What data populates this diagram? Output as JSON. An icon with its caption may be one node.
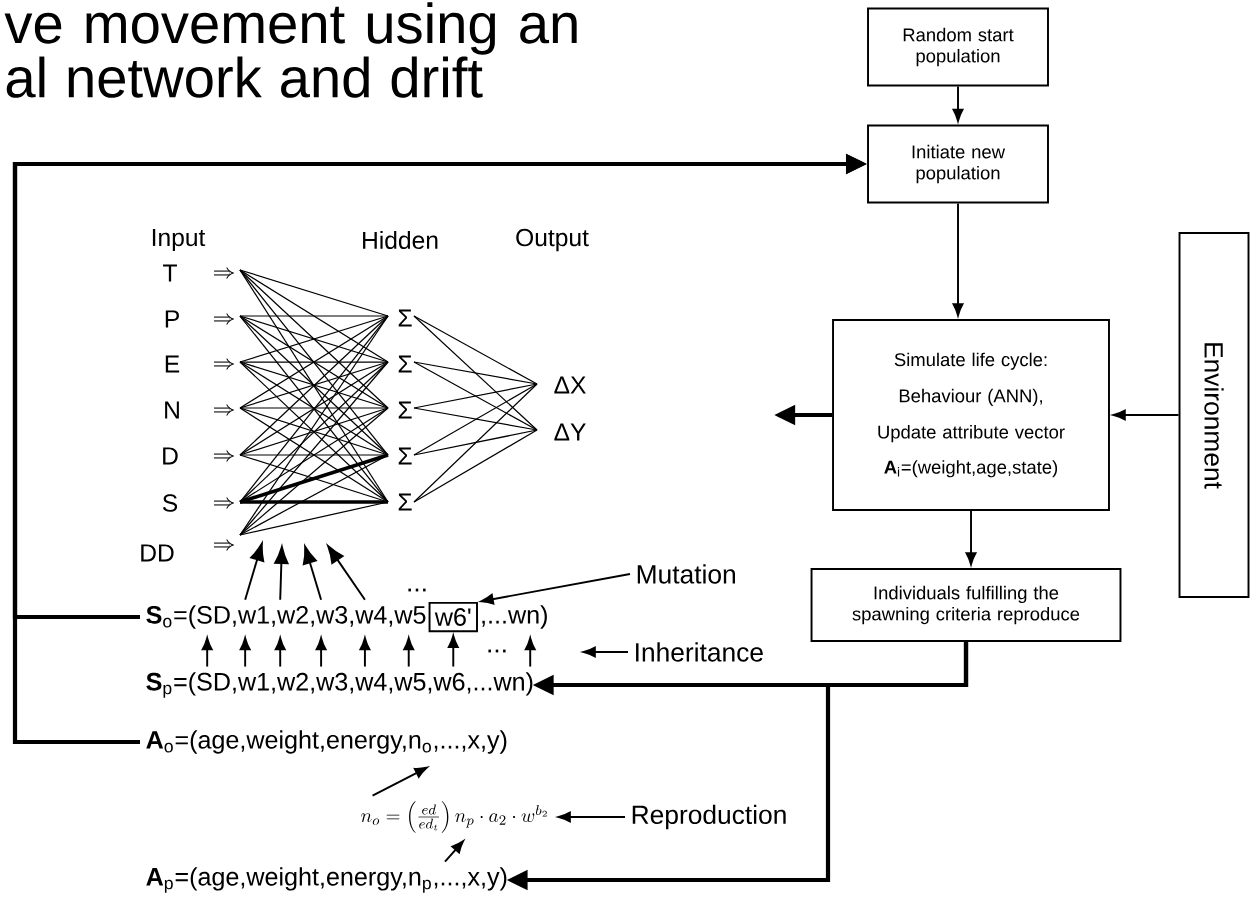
{
  "diagram": {
    "title": "ve movement using an al network and drift",
    "nodes": [
      {
        "text": [
          "Random start population"
        ]
      },
      {
        "text": [
          "Initiate new population"
        ]
      },
      {
        "text": [
          "Simulate life cycle:",
          "Behaviour (ANN),",
          "Update attribute vector",
          "**A**$_{i}$=(weight,age,state)"
        ]
      },
      {
        "text": [
          "Individuals fulfilling the spawning criteria reproduce"
        ]
      },
      {
        "text": [
          "Environment"
        ]
      },
      {
        "text": [
          "**S**$_{o}$=(SD,w1,w2,w3,w4,w5"
        ]
      },
      {
        "text": [
          "w6'"
        ]
      },
      {
        "text": [
          ",...wn)"
        ]
      },
      {
        "text": [
          "**S**$_{p}$=(SD,w1,w2,w3,w4,w5,w6,...wn)"
        ]
      },
      {
        "text": [
          "**A**$_{o}$=(age,weight,energy,n$_{o}$,...,x,y)"
        ]
      },
      {
        "text": [
          "n_o = \\left(\\frac{ed}{ed_t}\\right) n_p \\cdot a_2 \\cdot w^{b_2}"
        ]
      },
      {
        "text": [
          "**A**$_{p}$=(age,weight,energy,n$_{p}$,...,x,y)"
        ]
      },
      {
        "text": [
          "Mutation"
        ]
      },
      {
        "text": [
          "Inheritance"
        ]
      },
      {
        "text": [
          "Reproduction"
        ]
      },
      {
        "text": [],
        "shape": "picture"
      }
    ],
    "edges": [
      {
        "from": 0,
        "to": 1,
        "arrow": "to"
      },
      {
        "from": 1,
        "to": 2,
        "arrow": "to"
      },
      {
        "from": 2,
        "to": 3,
        "arrow": "to"
      },
      {
        "from": 4,
        "to": 2,
        "arrow": "to"
      },
      {
        "from": 2,
        "to": null,
        "arrow": "to",
        "style": "thick"
      },
      {
        "from": 5,
        "to": 1,
        "arrow": "to",
        "style": "thick"
      },
      {
        "from": 9,
        "to": 1,
        "arrow": "to",
        "style": "thick"
      },
      {
        "from": 3,
        "to": 8,
        "arrow": "to",
        "style": "thick"
      },
      {
        "from": 3,
        "to": 11,
        "arrow": "to",
        "style": "thick"
      },
      {
        "from": 8,
        "to": 5,
        "arrow": "to"
      },
      {
        "from": 8,
        "to": 5,
        "arrow": "to"
      },
      {
        "from": 8,
        "to": 5,
        "arrow": "to"
      },
      {
        "from": 8,
        "to": 5,
        "arrow": "to"
      },
      {
        "from": 8,
        "to": 5,
        "arrow": "to"
      },
      {
        "from": 8,
        "to": 5,
        "arrow": "to"
      },
      {
        "from": 8,
        "to": 6,
        "arrow": "to"
      },
      {
        "from": 8,
        "to": 7,
        "arrow": "to"
      },
      {
        "from": 5,
        "to": 15,
        "arrow": "to"
      },
      {
        "from": 5,
        "to": 15,
        "arrow": "to"
      },
      {
        "from": 5,
        "to": 15,
        "arrow": "to"
      },
      {
        "from": 5,
        "to": 15,
        "arrow": "to"
      },
      {
        "from": 10,
        "to": 9,
        "arrow": "to"
      },
      {
        "from": 11,
        "to": 10,
        "arrow": "to"
      },
      {
        "from": 12,
        "to": 6,
        "arrow": "to"
      },
      {
        "from": 13,
        "to": null,
        "arrow": "to"
      },
      {
        "from": 14,
        "to": 10,
        "arrow": "to"
      }
    ],
    "labels": [
      "Input",
      "Hidden",
      "Output",
      "T",
      "P",
      "Σ",
      "E",
      "Σ",
      "ΔX",
      "N",
      "Σ",
      "ΔY",
      "D",
      "Σ",
      "S",
      "Σ",
      "DD",
      "...",
      "..."
    ]
  }
}
